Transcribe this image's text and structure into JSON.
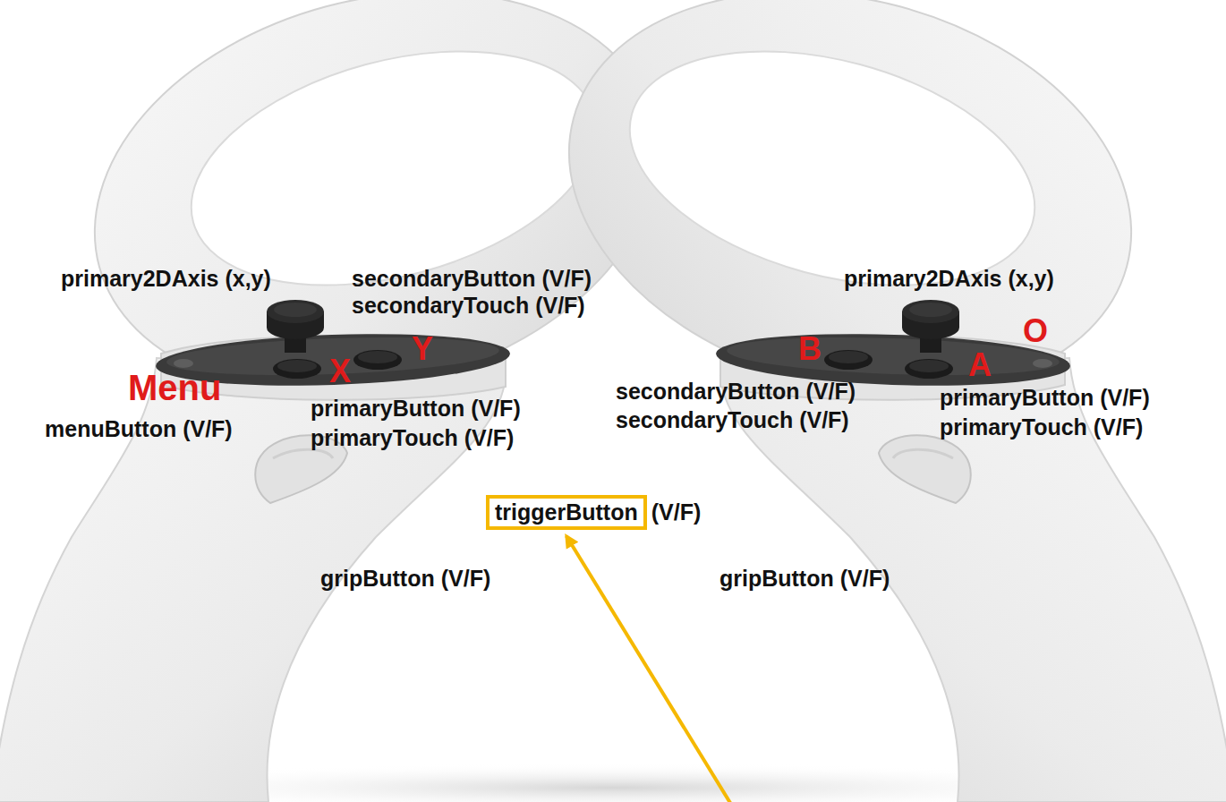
{
  "diagram": {
    "nodes": [
      {
        "text": [
          "triggerButton"
        ]
      }
    ],
    "labels": [
      "primary2DAxis (x,y)",
      "secondaryButton (V/F)",
      "secondaryTouch (V/F)",
      "primary2DAxis (x,y)",
      "O",
      "Y",
      "B",
      "X",
      "A",
      "Menu",
      "secondaryButton (V/F)",
      "secondaryTouch (V/F)",
      "primaryButton (V/F)",
      "primaryTouch (V/F)",
      "menuButton (V/F)",
      "primaryButton (V/F)",
      "primaryTouch (V/F)",
      "(V/F)",
      "gripButton (V/F)",
      "gripButton (V/F)"
    ]
  }
}
